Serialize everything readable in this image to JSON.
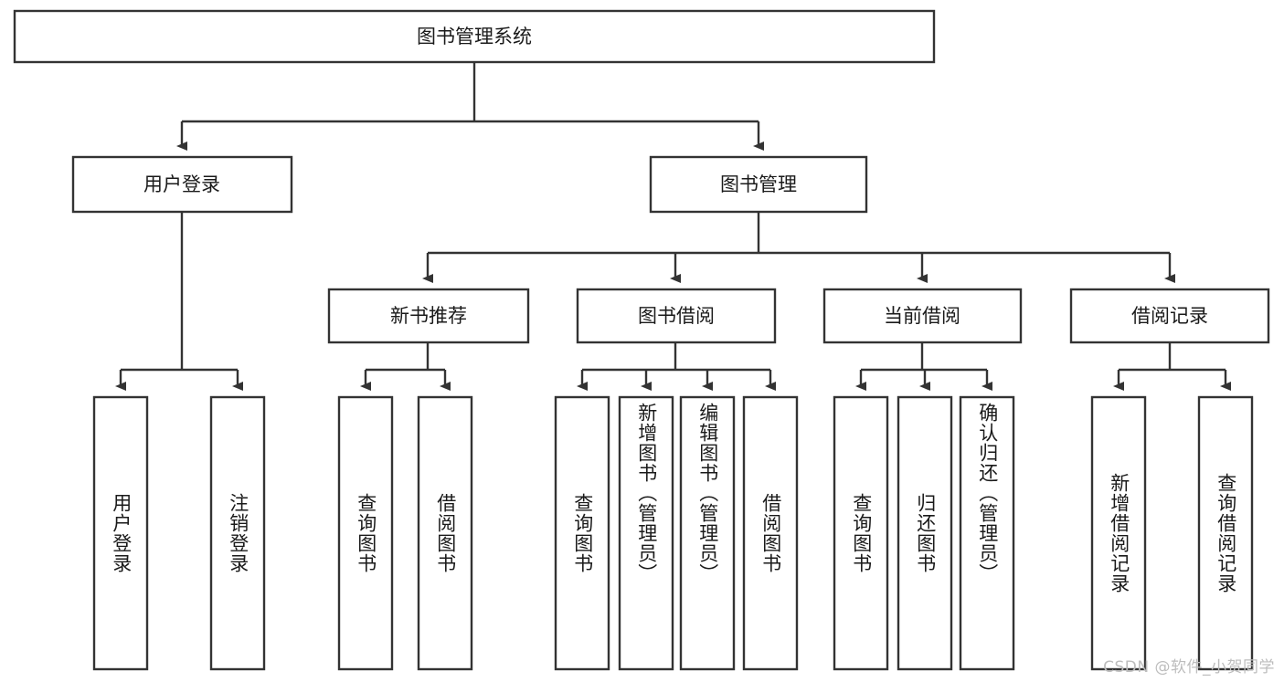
{
  "diagram": {
    "type": "tree-hierarchy",
    "orientation": "top-down",
    "title": "图书管理系统",
    "background_color": "#ffffff",
    "line_color": "#333333",
    "text_color": "#1a1a1a",
    "box_fill": "#ffffff",
    "nodes": {
      "root": {
        "label": "图书管理系统",
        "level": 0
      },
      "l1": [
        {
          "id": "user-login",
          "label": "用户登录",
          "level": 1
        },
        {
          "id": "book-manage",
          "label": "图书管理",
          "level": 1
        }
      ],
      "l2": [
        {
          "id": "new-book-recommend",
          "label": "新书推荐",
          "level": 2,
          "parent": "book-manage"
        },
        {
          "id": "book-borrow",
          "label": "图书借阅",
          "level": 2,
          "parent": "book-manage"
        },
        {
          "id": "current-borrow",
          "label": "当前借阅",
          "level": 2,
          "parent": "book-manage"
        },
        {
          "id": "borrow-record",
          "label": "借阅记录",
          "level": 2,
          "parent": "book-manage"
        }
      ],
      "leaves": [
        {
          "id": "leaf-user-login",
          "label": "用户登录",
          "parent": "user-login",
          "align": "middle"
        },
        {
          "id": "leaf-logout-login",
          "label": "注销登录",
          "parent": "user-login",
          "align": "middle"
        },
        {
          "id": "leaf-query-book-1",
          "label": "查询图书",
          "parent": "new-book-recommend",
          "align": "middle"
        },
        {
          "id": "leaf-borrow-book-1",
          "label": "借阅图书",
          "parent": "new-book-recommend",
          "align": "middle"
        },
        {
          "id": "leaf-query-book-2",
          "label": "查询图书",
          "parent": "book-borrow",
          "align": "middle"
        },
        {
          "id": "leaf-add-book",
          "label": "新增图书（管理员）",
          "parent": "book-borrow",
          "align": "top"
        },
        {
          "id": "leaf-edit-book",
          "label": "编辑图书（管理员）",
          "parent": "book-borrow",
          "align": "top"
        },
        {
          "id": "leaf-borrow-book-2",
          "label": "借阅图书",
          "parent": "book-borrow",
          "align": "middle"
        },
        {
          "id": "leaf-query-book-3",
          "label": "查询图书",
          "parent": "current-borrow",
          "align": "middle"
        },
        {
          "id": "leaf-return-book",
          "label": "归还图书",
          "parent": "current-borrow",
          "align": "middle"
        },
        {
          "id": "leaf-confirm-return",
          "label": "确认归还（管理员）",
          "parent": "current-borrow",
          "align": "top"
        },
        {
          "id": "leaf-add-record",
          "label": "新增借阅记录",
          "parent": "borrow-record",
          "align": "middle"
        },
        {
          "id": "leaf-query-record",
          "label": "查询借阅记录",
          "parent": "borrow-record",
          "align": "middle"
        }
      ]
    }
  },
  "watermark": {
    "text": "CSDN @软件_小贺同学"
  }
}
